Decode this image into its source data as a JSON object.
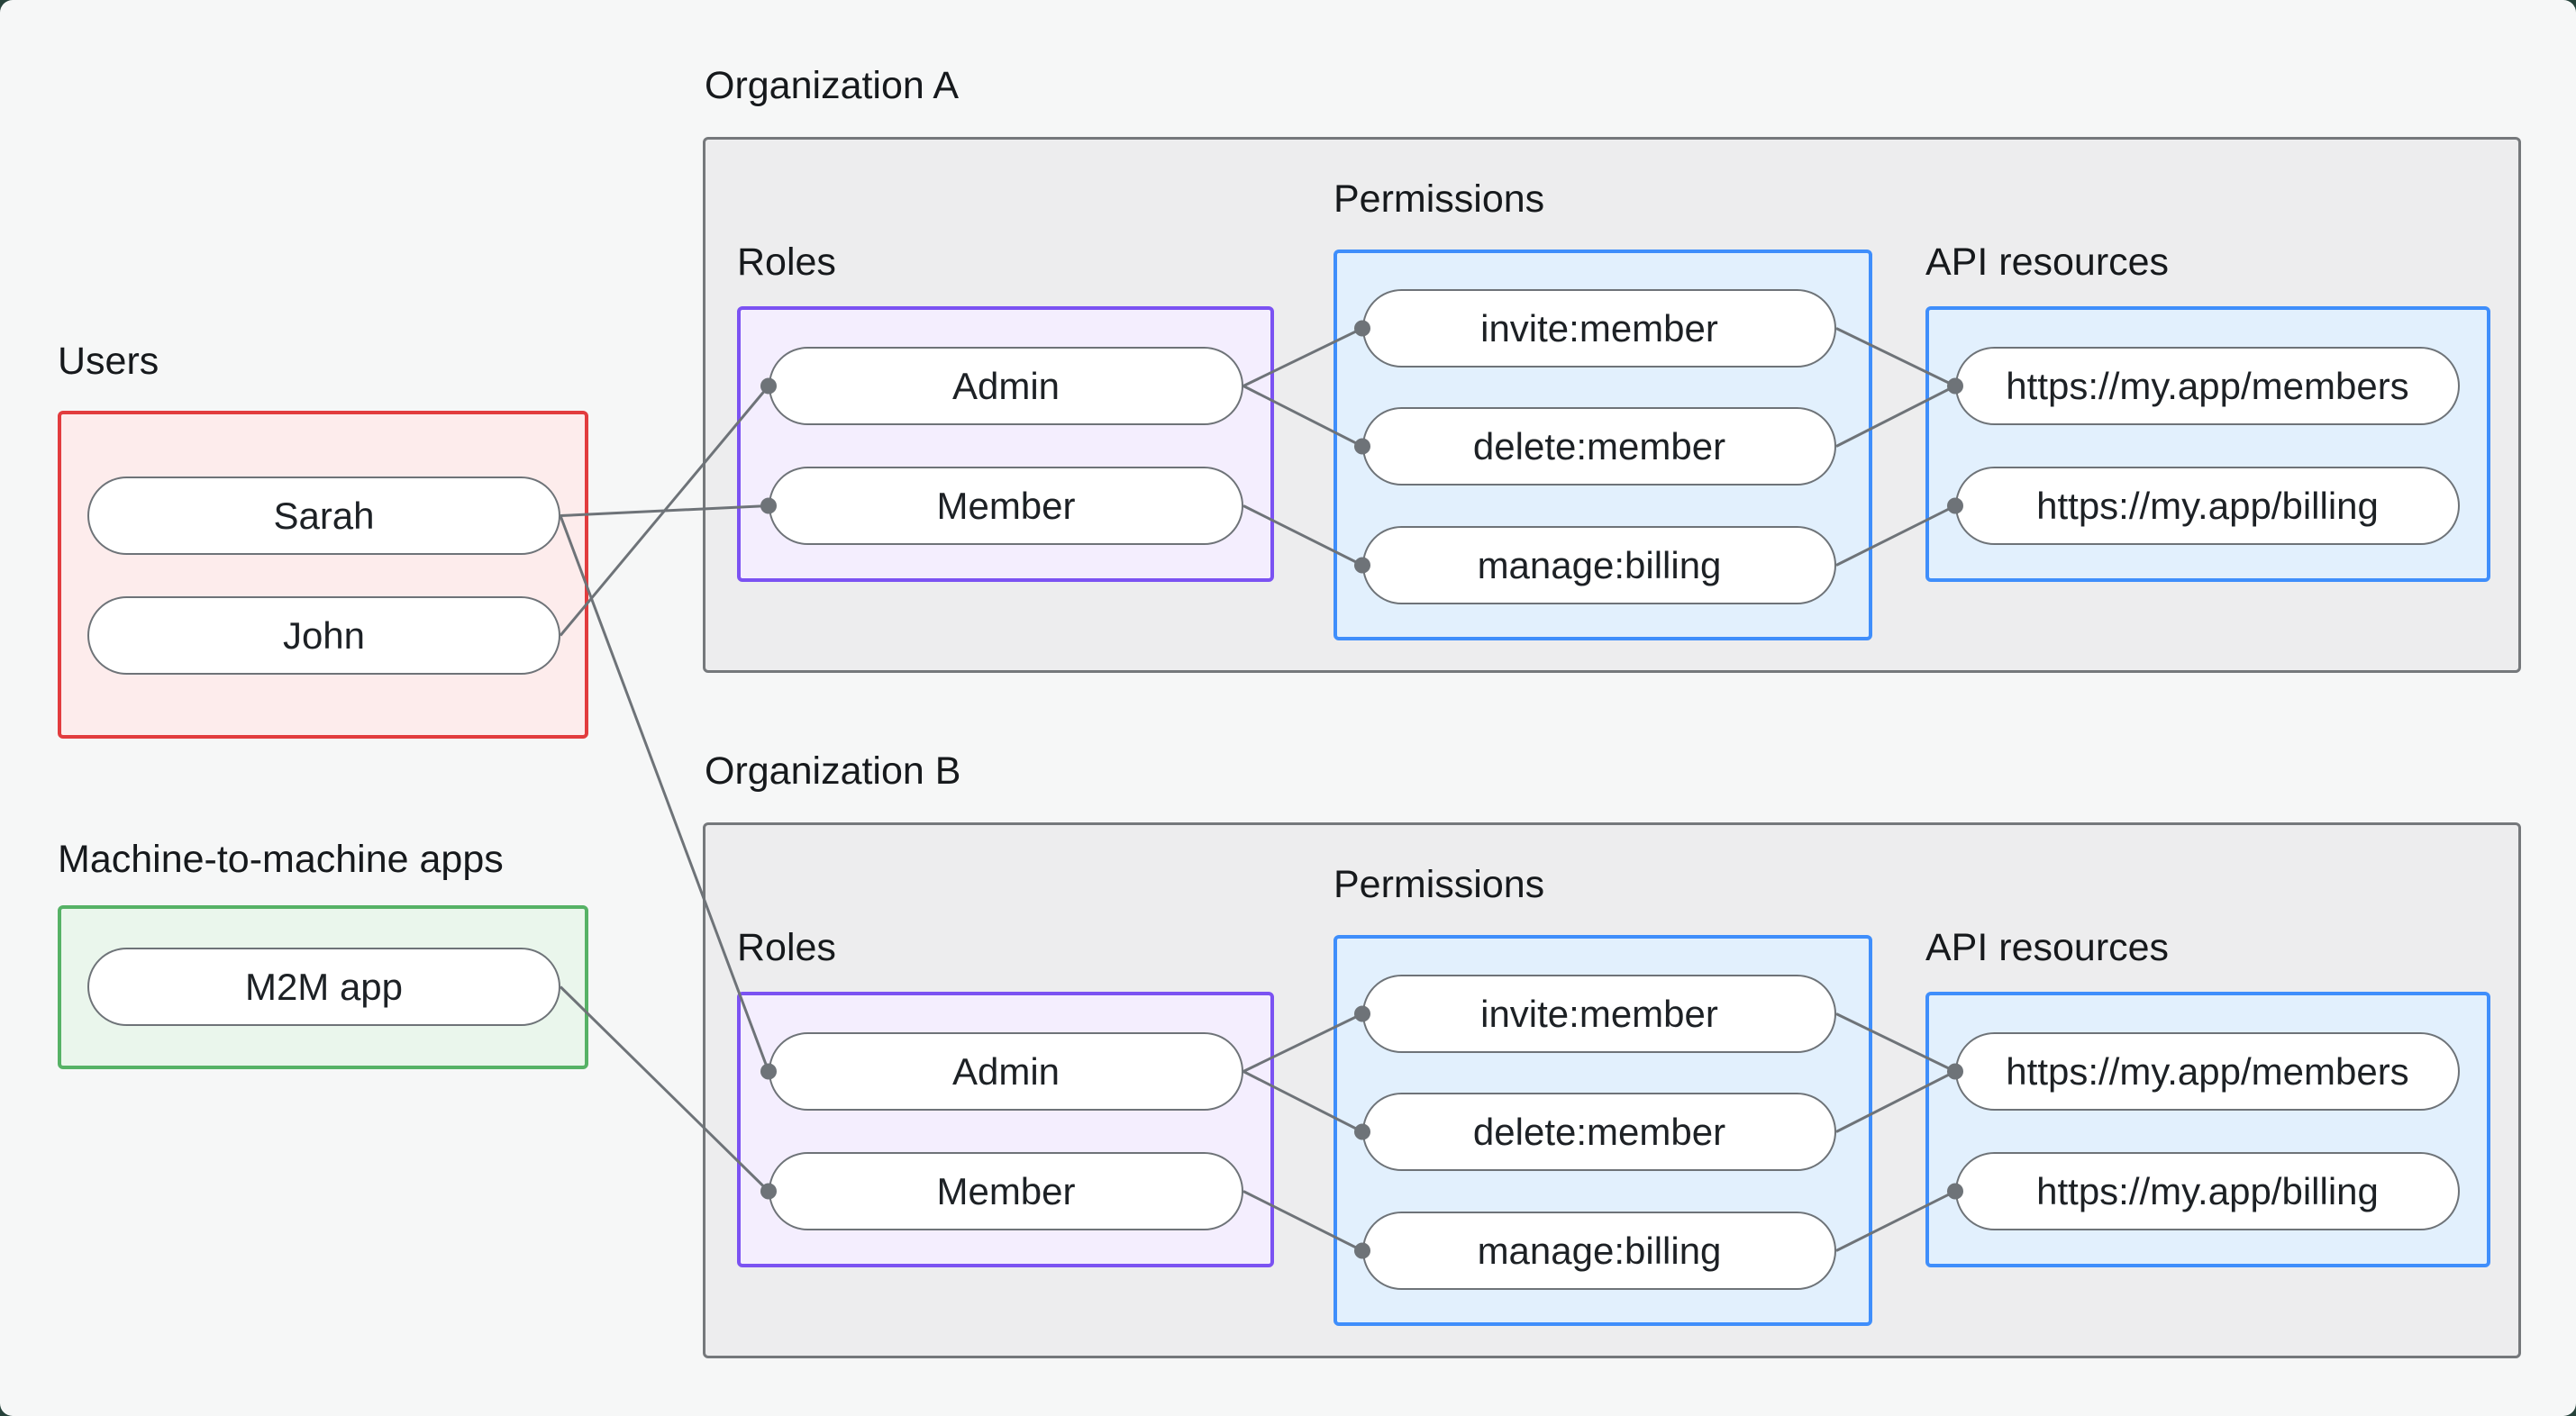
{
  "left_column": {
    "users": {
      "label": "Users",
      "items": [
        {
          "label": "Sarah"
        },
        {
          "label": "John"
        }
      ]
    },
    "m2m": {
      "label": "Machine-to-machine apps",
      "items": [
        {
          "label": "M2M app"
        }
      ]
    }
  },
  "orgs": [
    {
      "label": "Organization A",
      "roles_label": "Roles",
      "permissions_label": "Permissions",
      "api_label": "API resources",
      "roles": [
        {
          "label": "Admin"
        },
        {
          "label": "Member"
        }
      ],
      "permissions": [
        {
          "label": "invite:member"
        },
        {
          "label": "delete:member"
        },
        {
          "label": "manage:billing"
        }
      ],
      "api_resources": [
        {
          "label": "https://my.app/members"
        },
        {
          "label": "https://my.app/billing"
        }
      ]
    },
    {
      "label": "Organization B",
      "roles_label": "Roles",
      "permissions_label": "Permissions",
      "api_label": "API resources",
      "roles": [
        {
          "label": "Admin"
        },
        {
          "label": "Member"
        }
      ],
      "permissions": [
        {
          "label": "invite:member"
        },
        {
          "label": "delete:member"
        },
        {
          "label": "manage:billing"
        }
      ],
      "api_resources": [
        {
          "label": "https://my.app/members"
        },
        {
          "label": "https://my.app/billing"
        }
      ]
    }
  ],
  "connections": [
    {
      "from": "Sarah",
      "to": "Member",
      "org": "Organization A"
    },
    {
      "from": "John",
      "to": "Admin",
      "org": "Organization A"
    },
    {
      "from": "Sarah",
      "to": "Admin",
      "org": "Organization B"
    },
    {
      "from": "M2M app",
      "to": "Member",
      "org": "Organization B"
    },
    {
      "from": "Admin",
      "to": "invite:member",
      "org": "Organization A"
    },
    {
      "from": "Admin",
      "to": "delete:member",
      "org": "Organization A"
    },
    {
      "from": "Member",
      "to": "manage:billing",
      "org": "Organization A"
    },
    {
      "from": "invite:member",
      "to": "https://my.app/members",
      "org": "Organization A"
    },
    {
      "from": "delete:member",
      "to": "https://my.app/members",
      "org": "Organization A"
    },
    {
      "from": "manage:billing",
      "to": "https://my.app/billing",
      "org": "Organization A"
    },
    {
      "from": "Admin",
      "to": "invite:member",
      "org": "Organization B"
    },
    {
      "from": "Admin",
      "to": "delete:member",
      "org": "Organization B"
    },
    {
      "from": "Member",
      "to": "manage:billing",
      "org": "Organization B"
    },
    {
      "from": "invite:member",
      "to": "https://my.app/members",
      "org": "Organization B"
    },
    {
      "from": "delete:member",
      "to": "https://my.app/members",
      "org": "Organization B"
    },
    {
      "from": "manage:billing",
      "to": "https://my.app/billing",
      "org": "Organization B"
    }
  ],
  "colors": {
    "background": "#26423a",
    "panel": "#f6f7f7",
    "org_fill": "#ededee",
    "org_border": "#75787b",
    "users_border": "#e23c3e",
    "users_fill": "#fdecec",
    "m2m_border": "#56b266",
    "m2m_fill": "#eaf6ec",
    "roles_border": "#7b52f2",
    "roles_fill": "#f4eefe",
    "blue_border": "#3f8efb",
    "blue_fill": "#e2f0fd",
    "edge": "#6e7378",
    "text": "#16191c"
  }
}
